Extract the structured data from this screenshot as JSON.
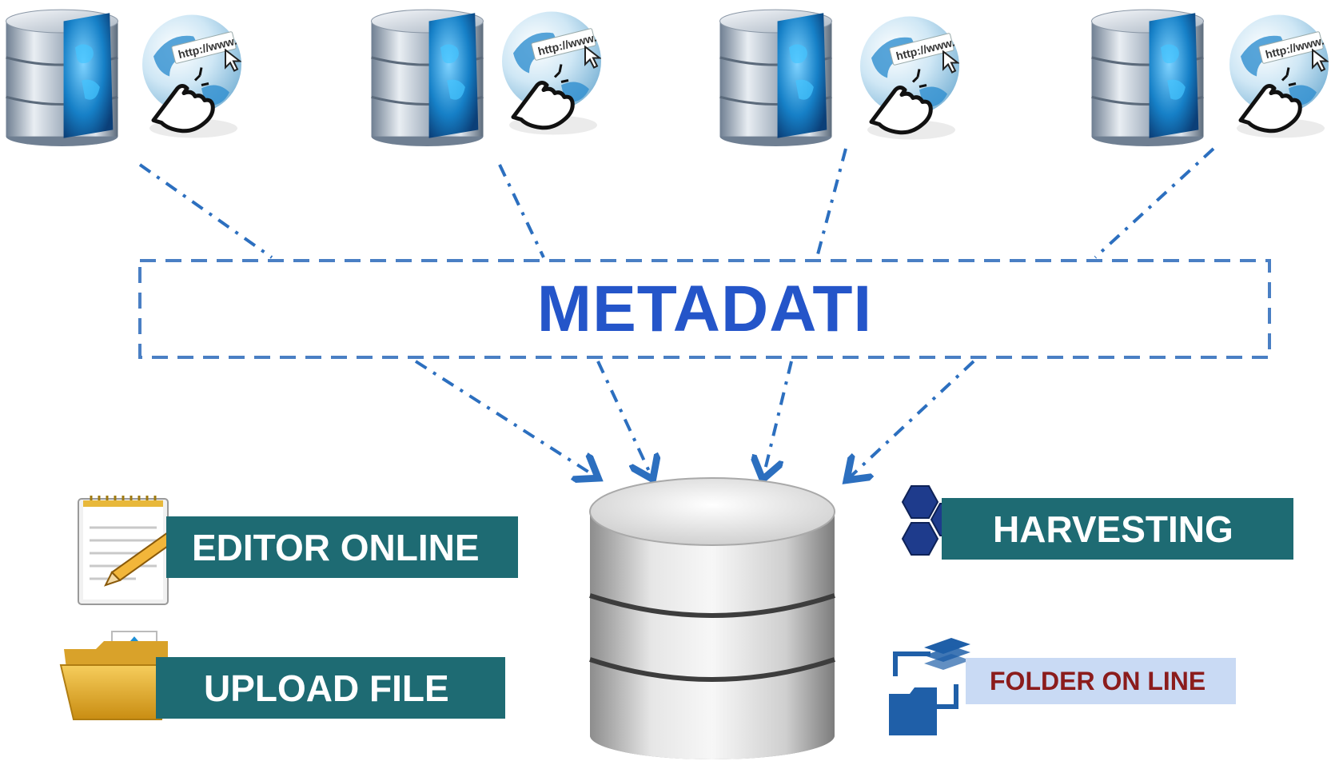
{
  "center_label": "METADATI",
  "labels": {
    "editor": "EDITOR ONLINE",
    "upload": "UPLOAD FILE",
    "harvesting": "HARVESTING",
    "folder": "FOLDER ON LINE"
  },
  "globe_url_text": "http://www.",
  "colors": {
    "accent_blue": "#2455c9",
    "teal": "#1e6b73",
    "folder_bg": "#c9daf4",
    "folder_text": "#8b1c1c",
    "dash_blue": "#2c6fbf"
  }
}
